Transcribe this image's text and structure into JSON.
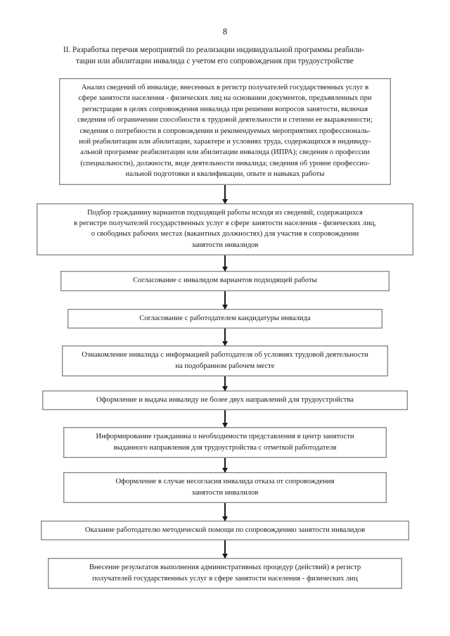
{
  "page": {
    "number": "8"
  },
  "heading": {
    "lines": [
      "II. Разработка перечня мероприятий по реализации индивидуальной программы реабили-",
      "тации или абилитации инвалида с учетом его сопровождения при трудоустройстве"
    ]
  },
  "flowchart": {
    "type": "flowchart",
    "orientation": "vertical",
    "connector_style": "arrow-down",
    "nodes": [
      {
        "id": "node-1",
        "lines": [
          "Анализ сведений об инвалиде, внесенных в регистр получателей государственных услуг в",
          "сфере занятости населения - физических лиц на основании документов, предъявленных при",
          "регистрации в целях сопровождения инвалида при решении вопросов занятости, включая",
          "сведения об ограничении способности к трудовой деятельности и степени ее выраженности;",
          "сведения о потребности в сопровождении и рекомендуемых мероприятиях профессиональ-",
          "ной реабилитации или абилитации, характере и условиях труда, содержащихся в индивиду-",
          "альной программе реабилитации или абилитации инвалида (ИПРА); сведения о профессии",
          "(специальности), должности, виде деятельности инвалида; сведения об уровне профессио-",
          "нальной подготовки и квалификации, опыте и навыках работы"
        ]
      },
      {
        "id": "node-2",
        "lines": [
          "Подбор гражданину вариантов подходящей работы исходя из сведений, содержащихся",
          "в регистре получателей государственных услуг в сфере занятости населения - физических лиц,",
          "о свободных рабочих местах (вакантных должностях) для участия в сопровождении",
          "занятости инвалидов"
        ]
      },
      {
        "id": "node-3",
        "lines": [
          "Согласование с инвалидом вариантов подходящей работы"
        ]
      },
      {
        "id": "node-4",
        "lines": [
          "Согласование с работодателем кандидатуры инвалида"
        ]
      },
      {
        "id": "node-5",
        "lines": [
          "Ознакомление инвалида с информацией работодателя об условиях трудовой деятельности",
          "на подобранном рабочем месте"
        ]
      },
      {
        "id": "node-6",
        "lines": [
          "Оформление и выдача инвалиду не более двух направлений для трудоустройства"
        ]
      },
      {
        "id": "node-7",
        "lines": [
          "Информирование гражданина о необходимости представления в центр занятости",
          "выданного направления для трудоустройства с отметкой работодателя"
        ]
      },
      {
        "id": "node-8",
        "lines": [
          "Оформление в случае несогласия инвалида отказа от сопровождения",
          "занятости инвалилов"
        ]
      },
      {
        "id": "node-9",
        "lines": [
          "Оказание работодателю методической помощи по сопровождению занятости инвалидов"
        ]
      },
      {
        "id": "node-10",
        "lines": [
          "Внесение результатов выполнения административных процедур (действий) в регистр",
          "получателей государственных услуг в сфере занятости населения - физических лиц"
        ]
      }
    ]
  },
  "colors": {
    "page_background": "#ffffff",
    "text": "#1a1a1a",
    "node_border": "#8a8a8a",
    "connector": "#1a1a1a"
  }
}
